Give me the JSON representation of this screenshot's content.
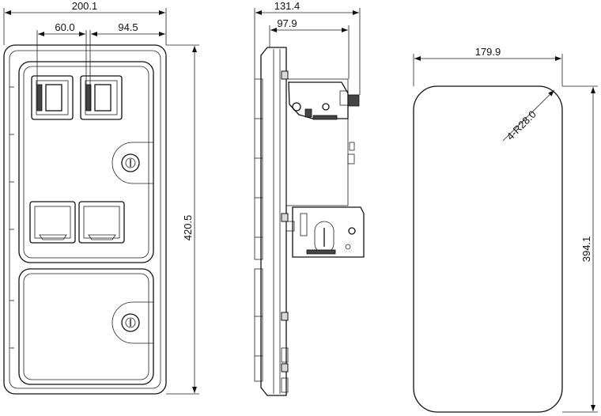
{
  "dimensions": {
    "front_overall_width": "200.1",
    "slot_spacing": "60.0",
    "slot_offset": "94.5",
    "front_height": "420.5",
    "side_depth": "131.4",
    "side_depth_inner": "97.9",
    "cutout_width": "179.9",
    "cutout_radius": "4-R28.0",
    "cutout_height": "394.1"
  }
}
